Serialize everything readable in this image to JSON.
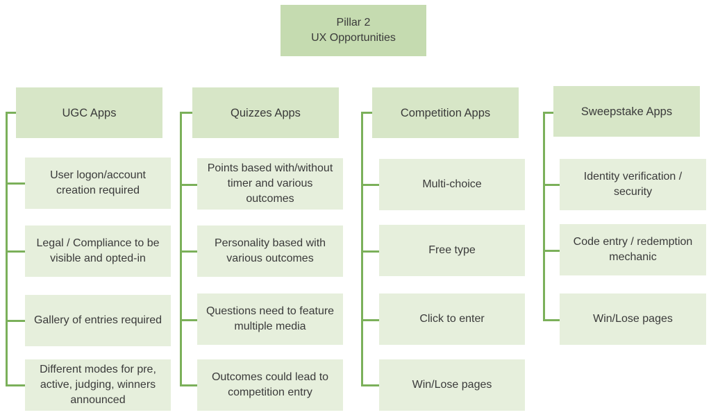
{
  "pillar": {
    "line1": "Pillar 2",
    "line2": "UX Opportunities"
  },
  "columns": [
    {
      "title": "UGC Apps",
      "items": [
        "User logon/account creation required",
        "Legal / Compliance to be visible and opted-in",
        "Gallery of entries required",
        "Different modes for pre, active, judging, winners announced"
      ]
    },
    {
      "title": "Quizzes Apps",
      "items": [
        "Points based with/without timer and various outcomes",
        "Personality based with various outcomes",
        "Questions need to feature multiple media",
        "Outcomes could lead to competition entry"
      ]
    },
    {
      "title": "Competition Apps",
      "items": [
        "Multi-choice",
        "Free type",
        "Click to enter",
        "Win/Lose pages"
      ]
    },
    {
      "title": "Sweepstake Apps",
      "items": [
        "Identity verification / security",
        "Code entry / redemption mechanic",
        "Win/Lose pages"
      ]
    }
  ],
  "colors": {
    "pillar": "#c5dbb0",
    "header": "#d7e6c7",
    "child": "#e6efdc",
    "connector": "#7bb05a",
    "text": "#3a3a3a"
  }
}
